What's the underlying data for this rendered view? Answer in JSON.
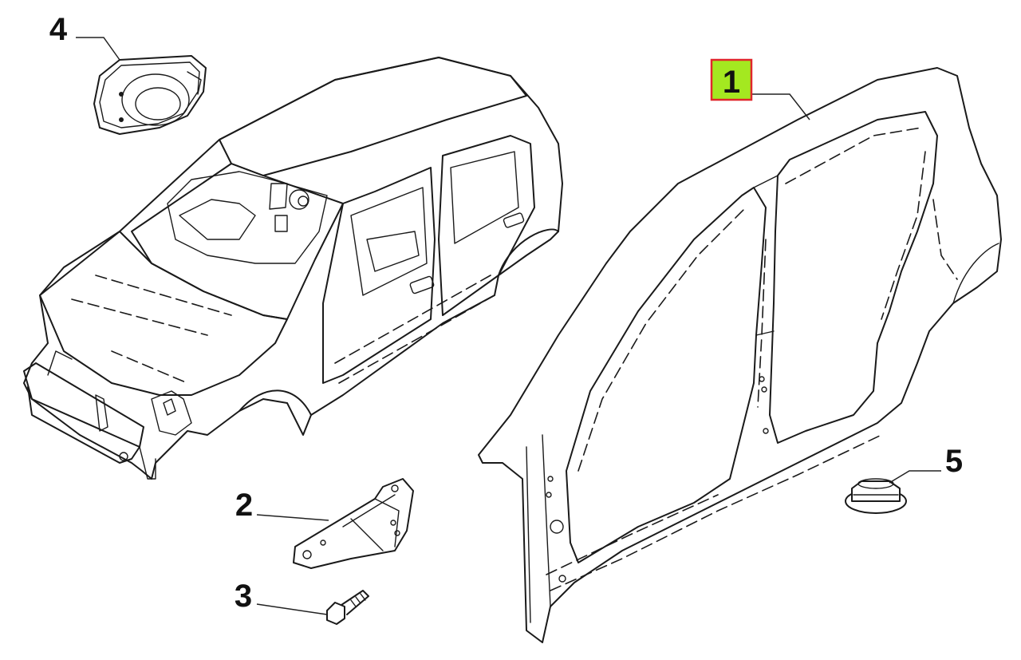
{
  "callouts": {
    "c1": {
      "label": "1",
      "highlight": "#a4e820",
      "border": "#e0262b"
    },
    "c2": {
      "label": "2"
    },
    "c3": {
      "label": "3"
    },
    "c4": {
      "label": "4"
    },
    "c5": {
      "label": "5"
    }
  },
  "parts": [
    {
      "ref": "1",
      "icon": "body-side-panel-icon"
    },
    {
      "ref": "2",
      "icon": "bracket-icon"
    },
    {
      "ref": "3",
      "icon": "bolt-icon"
    },
    {
      "ref": "4",
      "icon": "fuel-filler-housing-icon"
    },
    {
      "ref": "5",
      "icon": "plug-icon"
    }
  ]
}
